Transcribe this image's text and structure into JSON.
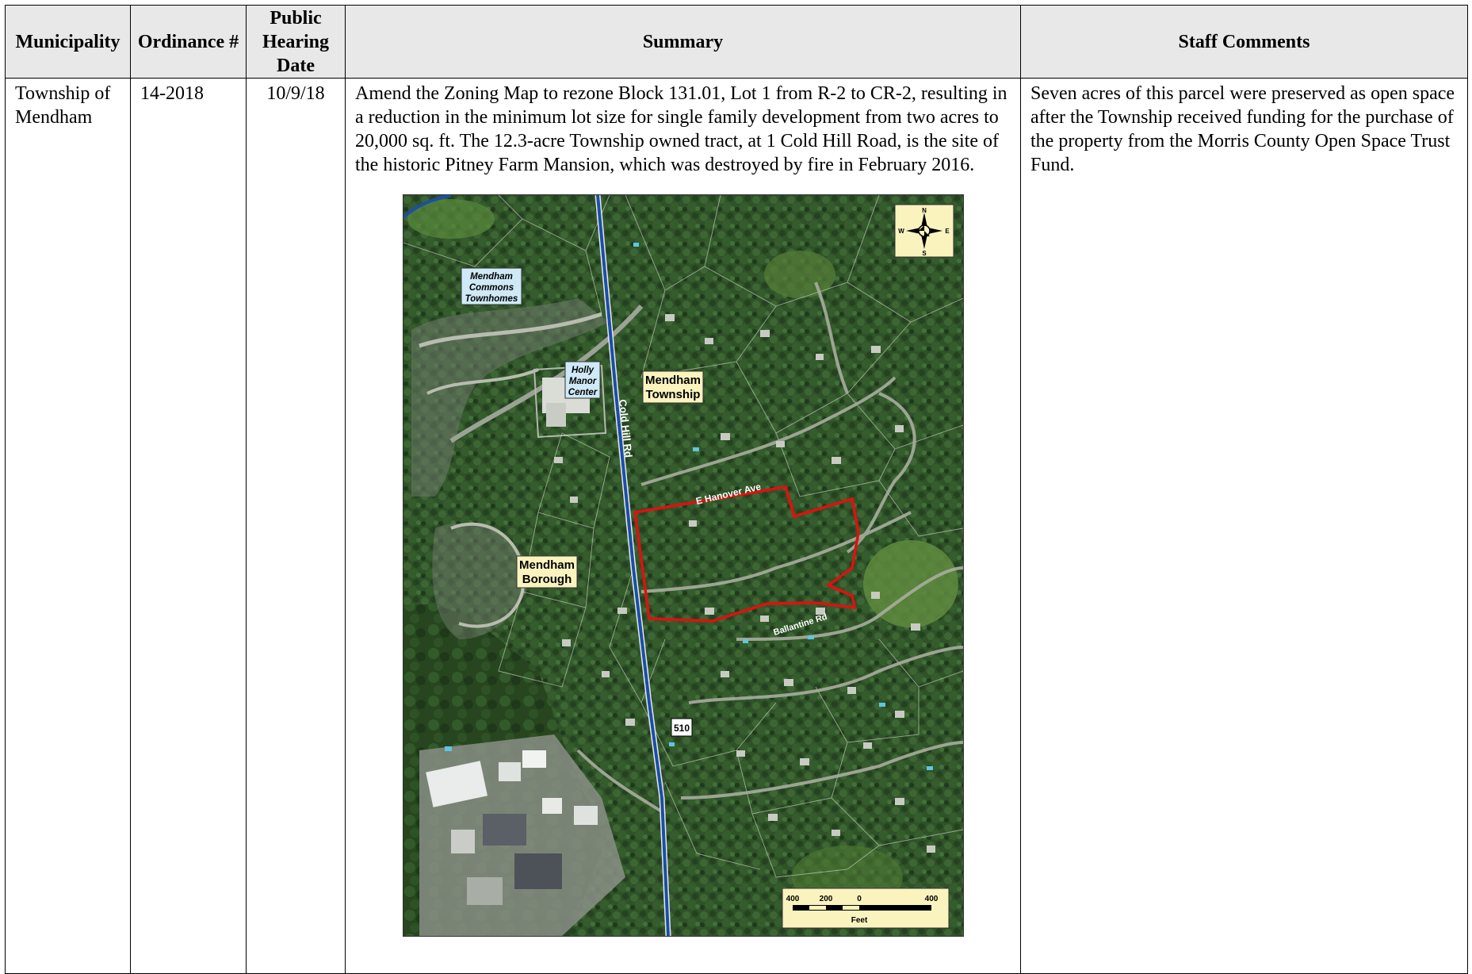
{
  "table": {
    "headers": {
      "municipality": "Municipality",
      "ordinance": "Ordinance #",
      "hearing_l1": "Public",
      "hearing_l2": "Hearing",
      "hearing_l3": "Date",
      "summary": "Summary",
      "comments": "Staff Comments"
    },
    "row": {
      "municipality": "Township of Mendham",
      "ordinance": "14-2018",
      "hearing_date": "10/9/18",
      "summary": "Amend the Zoning Map to rezone Block 131.01, Lot 1 from R-2 to CR-2, resulting in a reduction in the minimum lot size for single family development from two acres to 20,000 sq. ft.  The 12.3-acre Township owned tract, at 1 Cold Hill Road, is the site of the historic Pitney Farm Mansion, which was destroyed by fire in February 2016.",
      "staff_comments": "Seven acres of this parcel were preserved as open space after the Township received funding for the purchase of the property from the Morris County Open Space Trust Fund."
    }
  },
  "map": {
    "labels": {
      "commons_l1": "Mendham",
      "commons_l2": "Commons",
      "commons_l3": "Townhomes",
      "holly_l1": "Holly",
      "holly_l2": "Manor",
      "holly_l3": "Center",
      "township_l1": "Mendham",
      "township_l2": "Township",
      "borough_l1": "Mendham",
      "borough_l2": "Borough",
      "road_cold_hill": "Cold Hill Rd",
      "road_hanover": "E Hanover Ave",
      "road_ballantine": "Ballantine Rd",
      "route_shield": "510"
    },
    "compass": {
      "n": "N",
      "s": "S",
      "e": "E",
      "w": "W"
    },
    "scale": {
      "t400a": "400",
      "t200": "200",
      "t0": "0",
      "t400b": "400",
      "unit": "Feet"
    },
    "colors": {
      "parcel_outline": "#e01010",
      "road_main": "#1a4fa8",
      "label_blue_fill": "#cfe9f7",
      "label_yellow_fill": "#fbf3be"
    }
  }
}
